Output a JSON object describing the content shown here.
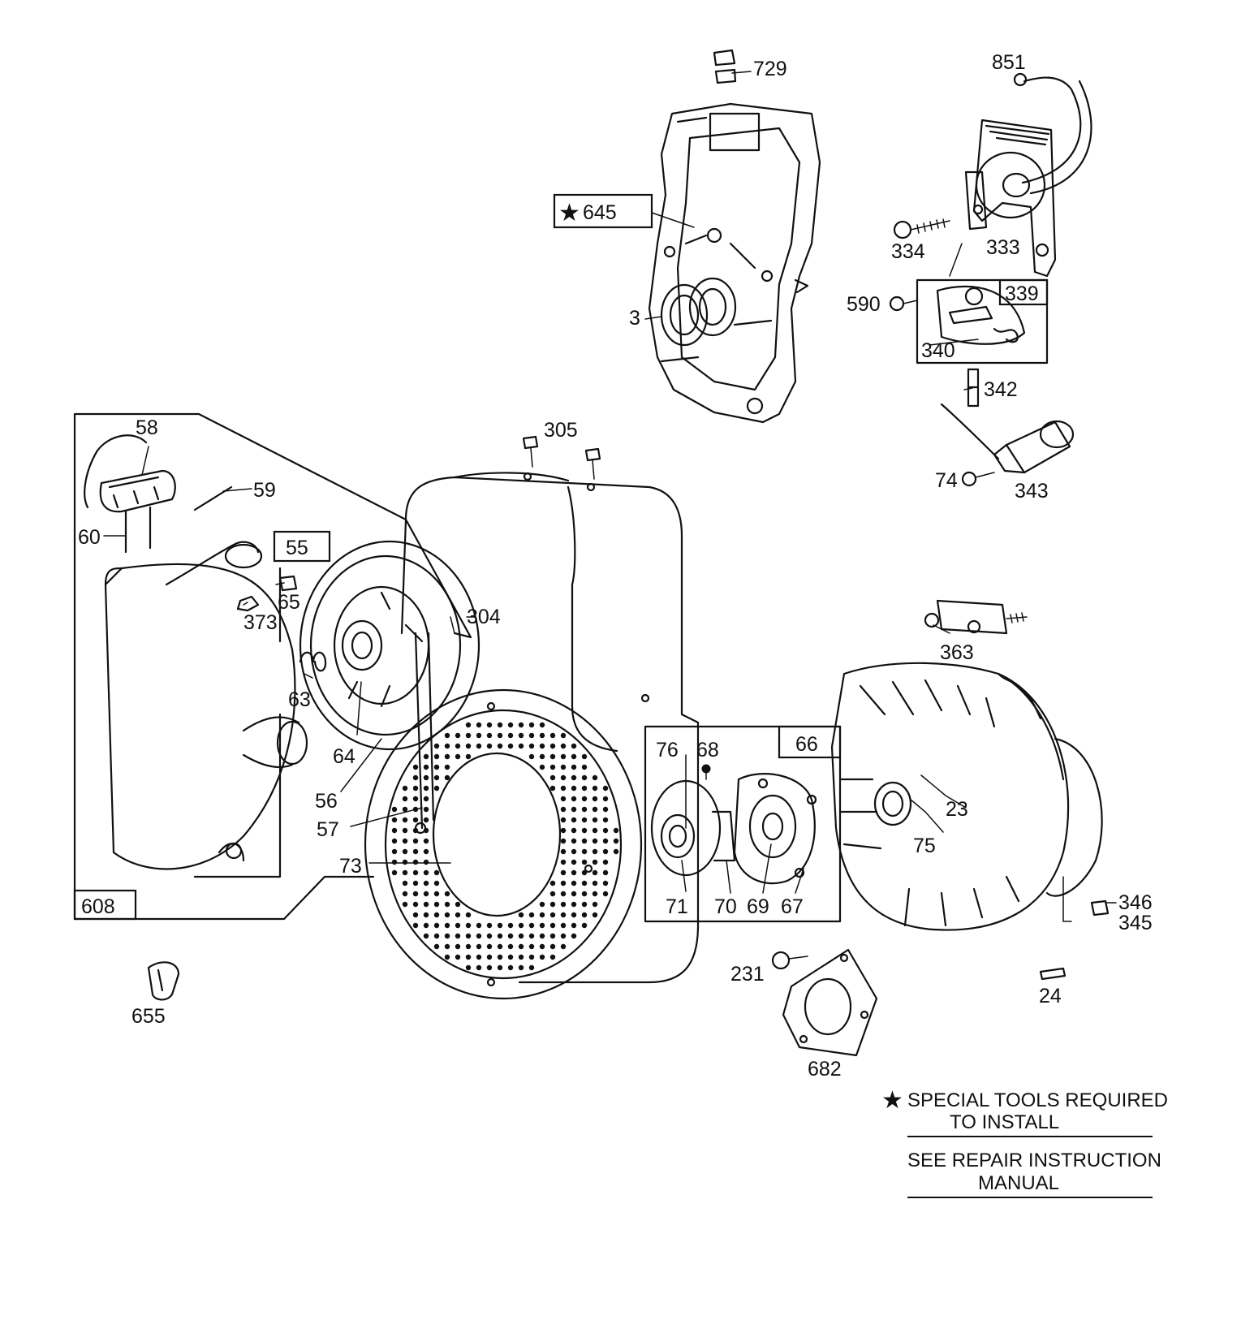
{
  "labels": {
    "l729": "729",
    "l851": "851",
    "l645": "645",
    "l334": "334",
    "l333": "333",
    "l3": "3",
    "l590": "590",
    "l339": "339",
    "l340": "340",
    "l342": "342",
    "l305": "305",
    "l58": "58",
    "l59": "59",
    "l60": "60",
    "l55": "55",
    "l65": "65",
    "l373": "373",
    "l304": "304",
    "l74": "74",
    "l343": "343",
    "l363": "363",
    "l63": "63",
    "l64": "64",
    "l66": "66",
    "l76": "76",
    "l68": "68",
    "l56": "56",
    "l23": "23",
    "l57": "57",
    "l75": "75",
    "l73": "73",
    "l71": "71",
    "l70": "70",
    "l69": "69",
    "l67": "67",
    "l346": "346",
    "l345": "345",
    "l608": "608",
    "l231": "231",
    "l24": "24",
    "l655": "655",
    "l682": "682"
  },
  "notes": {
    "special_line1": "SPECIAL TOOLS REQUIRED",
    "special_line2": "TO INSTALL",
    "repair_line1": "SEE REPAIR INSTRUCTION",
    "repair_line2": "MANUAL"
  },
  "icons": {
    "special_tool_marker": "star-icon"
  }
}
